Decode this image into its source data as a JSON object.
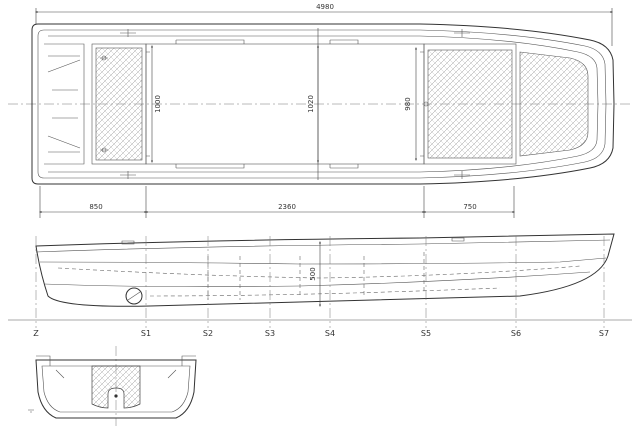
{
  "dimensions": {
    "overall_length": "4980",
    "bow_deck_length": "850",
    "cockpit_length": "2360",
    "stern_deck_length": "750",
    "bow_deck_width": "1000",
    "cockpit_width": "1020",
    "stern_deck_width": "980",
    "side_height": "500"
  },
  "stations": {
    "z": "Z",
    "s1": "S1",
    "s2": "S2",
    "s3": "S3",
    "s4": "S4",
    "s5": "S5",
    "s6": "S6",
    "s7": "S7"
  },
  "colors": {
    "line": "#333333",
    "hatch": "#9a9a9a",
    "background": "#ffffff"
  }
}
